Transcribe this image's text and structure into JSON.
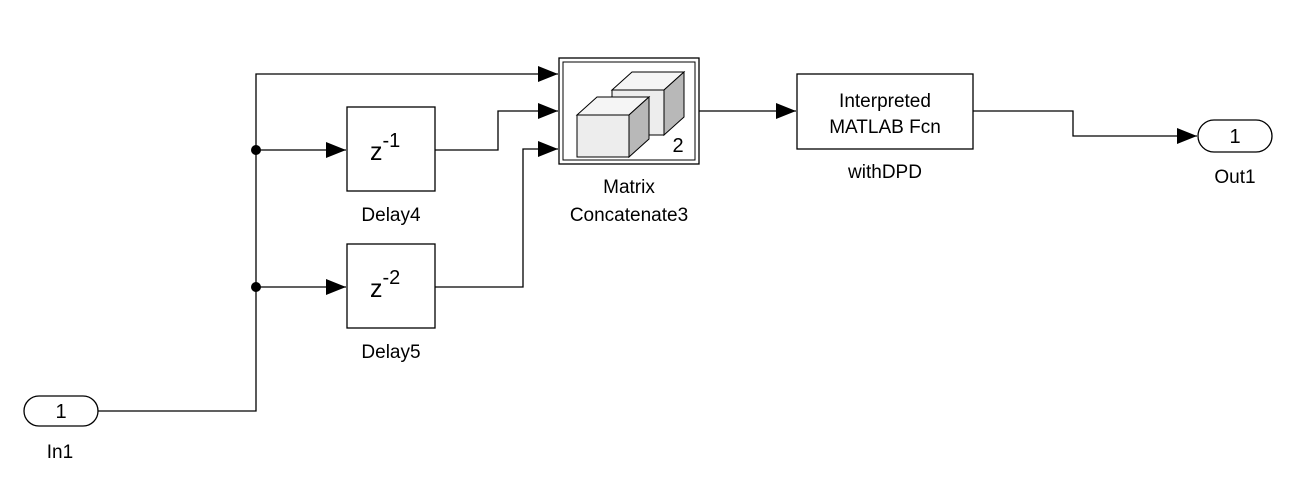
{
  "colors": {
    "line": "#000000",
    "block_fill": "#ffffff",
    "cube_front": "#ededed",
    "cube_top": "#f5f5f5",
    "cube_side": "#b8b8b8",
    "background": "#ffffff"
  },
  "blocks": {
    "in1": {
      "port_number": "1",
      "label": "In1"
    },
    "delay4": {
      "symbol": "z",
      "exponent": "-1",
      "label": "Delay4"
    },
    "delay5": {
      "symbol": "z",
      "exponent": "-2",
      "label": "Delay5"
    },
    "matrix_concatenate": {
      "dimension": "2",
      "label_line1": "Matrix",
      "label_line2": "Concatenate3",
      "icon": "stacked-cubes-icon"
    },
    "matlab_fcn": {
      "text_line1": "Interpreted",
      "text_line2": "MATLAB Fcn",
      "label": "withDPD"
    },
    "out1": {
      "port_number": "1",
      "label": "Out1"
    }
  }
}
